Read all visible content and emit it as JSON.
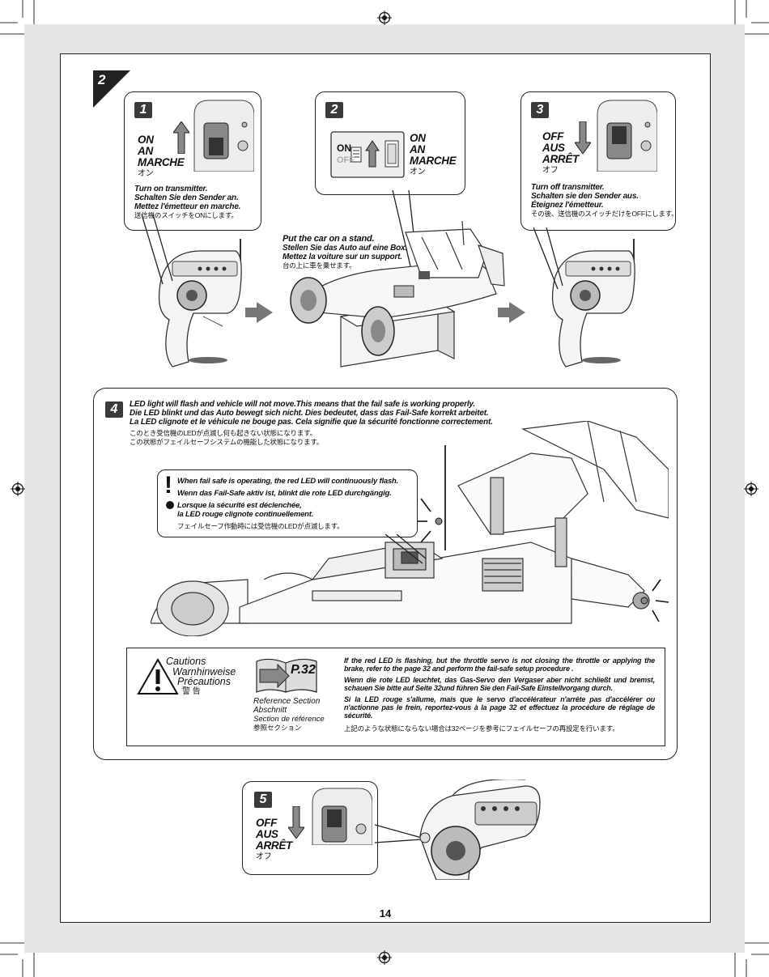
{
  "page_number": "14",
  "step_number": "2",
  "substep1": {
    "number": "1",
    "switch_labels": [
      "ON",
      "AN",
      "MARCHE"
    ],
    "switch_label_jp": "オン",
    "instructions": [
      "Turn on transmitter.",
      "Schalten Sie den Sender an.",
      "Mettez l'émetteur en marche."
    ],
    "instruction_jp": "送信機のスイッチをONにします。"
  },
  "substep2": {
    "number": "2",
    "switch_on": "ON",
    "switch_off": "OFF",
    "switch_labels": [
      "ON",
      "AN",
      "MARCHE"
    ],
    "switch_label_jp": "オン",
    "stand_instructions": [
      "Put the car on a stand.",
      "Stellen Sie das Auto auf eine Box.",
      "Mettez la voiture sur un support."
    ],
    "stand_instruction_jp": "台の上に車を乗せます。"
  },
  "substep3": {
    "number": "3",
    "switch_labels": [
      "OFF",
      "AUS",
      "ARRÊT"
    ],
    "switch_label_jp": "オフ",
    "instructions": [
      "Turn off transmitter.",
      "Schalten sie den Sender aus.",
      "Éteignez l'émetteur."
    ],
    "instruction_jp": "その後、送信機のスイッチだけをOFFにします。"
  },
  "substep4": {
    "number": "4",
    "instructions": [
      "LED light will flash and vehicle will not move.This means that the fail safe is working properly.",
      "Die LED blinkt und das Auto bewegt sich nicht. Dies bedeutet, dass das Fail-Safe korrekt arbeitet.",
      "La LED clignote et le véhicule ne bouge pas. Cela signifie que la sécurité fonctionne correctement."
    ],
    "instructions_jp": [
      "このとき受信機のLEDが点滅し何も起きない状態になります。",
      "この状態がフェイルセーフシステムの機能した状態になります。"
    ],
    "notice": [
      "When fail safe is operating, the red LED will continuously flash.",
      "Wenn das Fail-Safe aktiv ist, blinkt die rote LED durchgängig.",
      "Lorsque la sécurité est déclenchée,",
      "la LED rouge clignote continuellement."
    ],
    "notice_jp": "フェイルセーフ作動時には受信機のLEDが点滅します。"
  },
  "cautions": {
    "title": [
      "Cautions",
      "Warnhinweise",
      "Précautions"
    ],
    "title_jp": "警 告",
    "reference_page": "P.32",
    "reference_labels": [
      "Reference Section",
      "Abschnitt",
      "Section de référence"
    ],
    "reference_jp": "参照セクション",
    "paragraphs": [
      "If the red LED is flashing, but the throttle servo is not closing the throttle or applying the brake, refer to the page 32 and perform the fail-safe setup procedure .",
      "Wenn die rote LED leuchtet, das Gas-Servo den Vergaser aber nicht schließt und bremst, schauen Sie bitte auf Seite 32und führen Sie den Fail-Safe Einstellvorgang durch.",
      "Si la LED rouge s'allume, mais que le servo d'accélérateur n'arrête pas d'accélérer ou n'actionne pas le frein, reportez-vous à la page 32 et effectuez la procédure de réglage de sécurité.",
      "上記のような状態にならない場合は32ページを参考にフェイルセーフの再設定を行います。"
    ]
  },
  "substep5": {
    "number": "5",
    "switch_labels": [
      "OFF",
      "AUS",
      "ARRÊT"
    ],
    "switch_label_jp": "オフ"
  },
  "colors": {
    "badge": "#3a3a3a",
    "arrow": "#777777",
    "bleed": "#e6e6e6"
  }
}
